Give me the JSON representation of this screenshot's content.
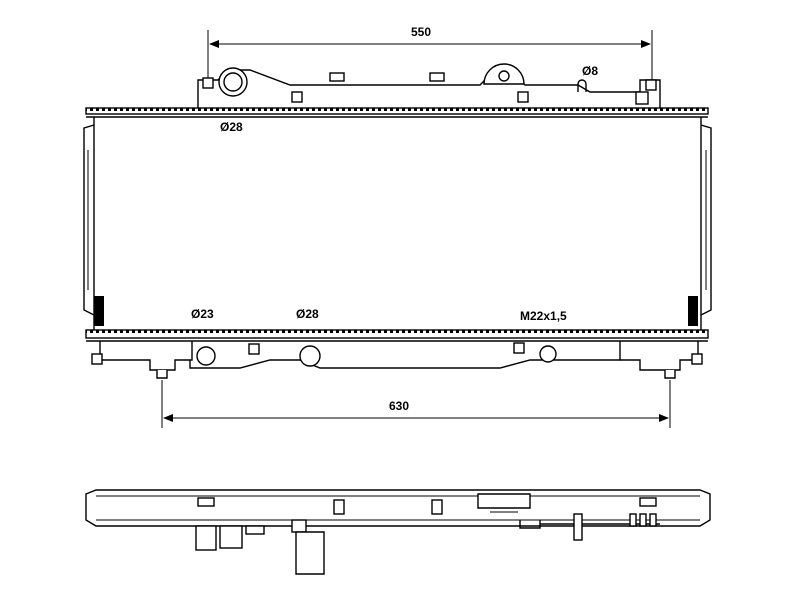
{
  "dimensions": {
    "top_width": "550",
    "bottom_width": "630"
  },
  "labels": {
    "inlet_top": "Ø28",
    "sensor_top": "Ø8",
    "outlet_left": "Ø23",
    "outlet_mid": "Ø28",
    "drain_thread": "M22x1,5"
  },
  "colors": {
    "line": "#000000",
    "background": "#ffffff"
  }
}
